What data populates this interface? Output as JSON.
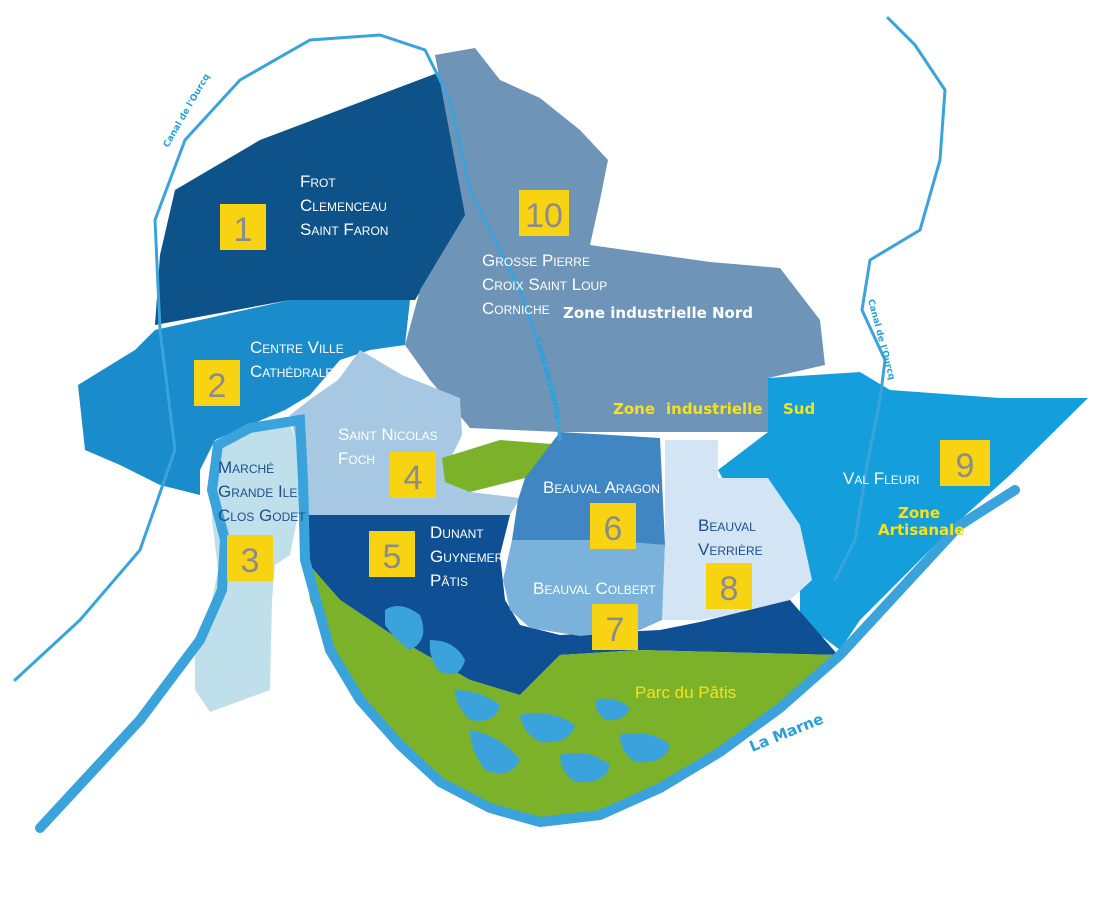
{
  "colors": {
    "river": "#3aa3dc",
    "d1": "#0d5288",
    "d2": "#1a8ccb",
    "d3": "#bfe0ea",
    "d4": "#a6c8e2",
    "d5": "#0f4f93",
    "d6": "#3f86c2",
    "d7": "#7ab2dc",
    "d8": "#d3e5f4",
    "d9": "#149fdc",
    "d10": "#6e94b8",
    "park": "#7cb22a",
    "badge": "#f7d312",
    "zone_yellow": "#f7e21a"
  },
  "districts": [
    {
      "number": "1",
      "lines": [
        "Frot",
        "Clemenceau",
        "Saint Faron"
      ]
    },
    {
      "number": "2",
      "lines": [
        "Centre Ville",
        "Cathédrale"
      ]
    },
    {
      "number": "3",
      "lines": [
        "Marché",
        "Grande Ile",
        "Clos Godet"
      ]
    },
    {
      "number": "4",
      "lines": [
        "Saint Nicolas",
        "Foch"
      ]
    },
    {
      "number": "5",
      "lines": [
        "Dunant",
        "Guynemer",
        "Pâtis"
      ]
    },
    {
      "number": "6",
      "lines": [
        "Beauval Aragon"
      ]
    },
    {
      "number": "7",
      "lines": [
        "Beauval Colbert"
      ]
    },
    {
      "number": "8",
      "lines": [
        "Beauval",
        "Verrière"
      ]
    },
    {
      "number": "9",
      "lines": [
        "Val Fleuri"
      ]
    },
    {
      "number": "10",
      "lines": [
        "Grosse Pierre",
        "Croix Saint Loup",
        "Corniche"
      ]
    }
  ],
  "zones": {
    "nord": "Zone industrielle Nord",
    "sud_1": "Zone",
    "sud_2": "industrielle",
    "sud_3": "Sud",
    "artisanale_1": "Zone",
    "artisanale_2": "Artisanale",
    "park": "Parc du Pâtis"
  },
  "waterways": {
    "canal_1": "Canal de l'Ourcq",
    "canal_2": "Canal de l'Ourcq",
    "canal_3": "Canal de l'Ourcq",
    "river": "La Marne"
  }
}
